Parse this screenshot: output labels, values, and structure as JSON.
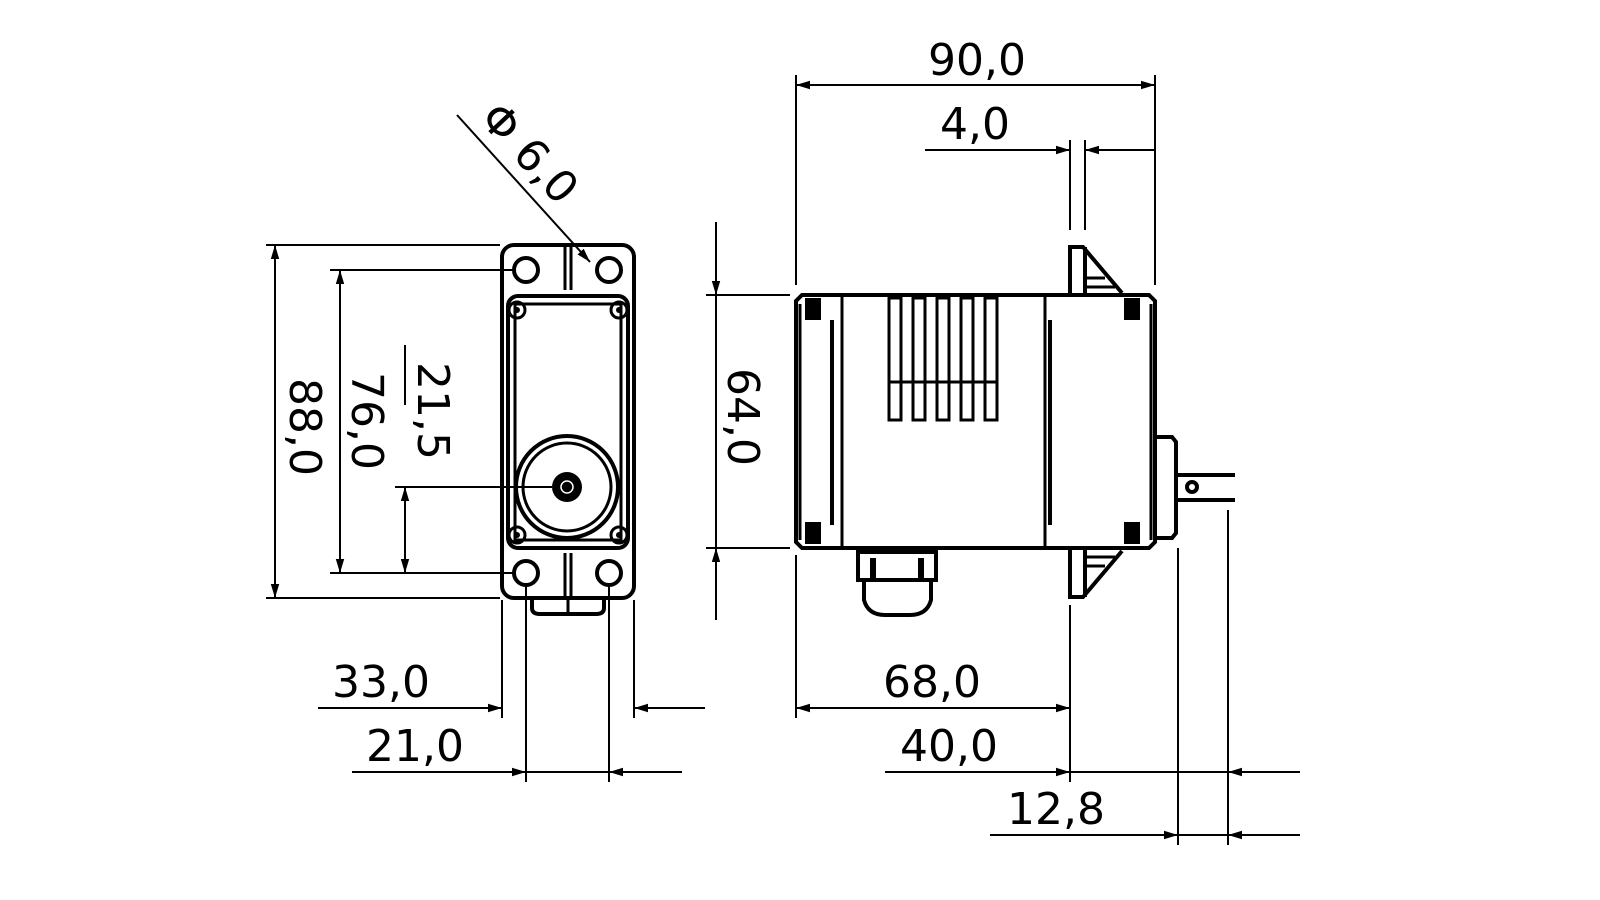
{
  "drawing": {
    "front_view": {
      "diameter_label": "Φ 6,0",
      "height_overall": "88,0",
      "hole_spacing_vertical": "76,0",
      "shaft_offset": "21,5",
      "width_overall": "33,0",
      "hole_spacing_horizontal": "21,0"
    },
    "side_view": {
      "length_overall": "90,0",
      "flange_thickness": "4,0",
      "body_height": "64,0",
      "body_to_flange": "68,0",
      "flange_to_shaft_end": "40,0",
      "shaft_length": "12,8"
    },
    "colors": {
      "line": "#000000",
      "background": "#ffffff"
    }
  }
}
